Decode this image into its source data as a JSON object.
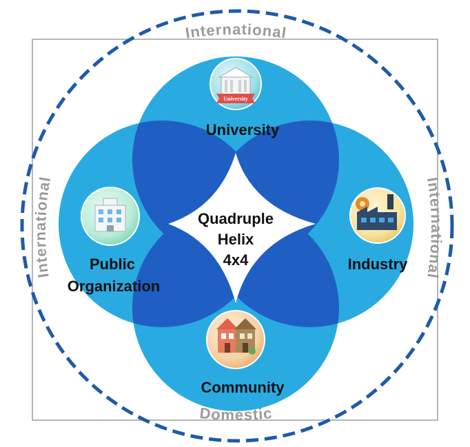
{
  "diagram": {
    "center": {
      "line1": "Quadruple",
      "line2": "Helix",
      "line3": "4x4"
    },
    "nodes": {
      "university": {
        "label": "University",
        "badge_text": "University",
        "icon": "university-building-icon"
      },
      "industry": {
        "label": "Industry",
        "icon": "factory-icon"
      },
      "community": {
        "label": "Community",
        "icon": "houses-icon"
      },
      "public_org": {
        "label_line1": "Public",
        "label_line2": "Organization",
        "icon": "office-building-icon"
      }
    },
    "ring": {
      "top": "International",
      "left": "International",
      "right": "International",
      "bottom": "Domestic"
    },
    "colors": {
      "circle_light": "#29ABE2",
      "overlap_dark": "#1F5FC4",
      "ring_dash": "#1E5BA8",
      "ring_text": "#9A9A9A",
      "frame": "#9E9E9E"
    }
  }
}
